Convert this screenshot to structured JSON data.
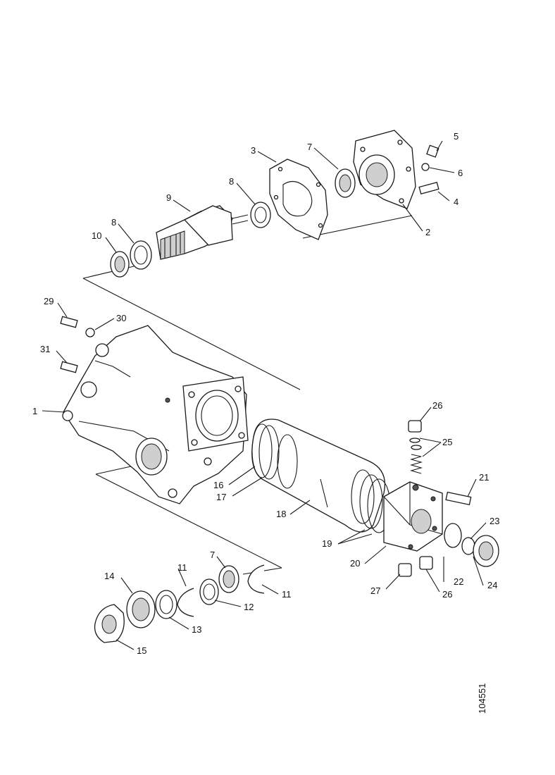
{
  "diagram": {
    "drawing_number": "104551",
    "callouts": [
      {
        "key": "c5",
        "text": "5"
      },
      {
        "key": "c3",
        "text": "3"
      },
      {
        "key": "c7a",
        "text": "7"
      },
      {
        "key": "c6",
        "text": "6"
      },
      {
        "key": "c9",
        "text": "9"
      },
      {
        "key": "c8a",
        "text": "8"
      },
      {
        "key": "c4",
        "text": "4"
      },
      {
        "key": "c10",
        "text": "10"
      },
      {
        "key": "c8b",
        "text": "8"
      },
      {
        "key": "c2",
        "text": "2"
      },
      {
        "key": "c29",
        "text": "29"
      },
      {
        "key": "c30",
        "text": "30"
      },
      {
        "key": "c31",
        "text": "31"
      },
      {
        "key": "c1",
        "text": "1"
      },
      {
        "key": "c26a",
        "text": "26"
      },
      {
        "key": "c25",
        "text": "25"
      },
      {
        "key": "c16",
        "text": "16"
      },
      {
        "key": "c21",
        "text": "21"
      },
      {
        "key": "c17",
        "text": "17"
      },
      {
        "key": "c18",
        "text": "18"
      },
      {
        "key": "c23",
        "text": "23"
      },
      {
        "key": "c19",
        "text": "19"
      },
      {
        "key": "c20",
        "text": "20"
      },
      {
        "key": "c7b",
        "text": "7"
      },
      {
        "key": "c11a",
        "text": "11"
      },
      {
        "key": "c22",
        "text": "22"
      },
      {
        "key": "c24",
        "text": "24"
      },
      {
        "key": "c14",
        "text": "14"
      },
      {
        "key": "c11b",
        "text": "11"
      },
      {
        "key": "c27",
        "text": "27"
      },
      {
        "key": "c26b",
        "text": "26"
      },
      {
        "key": "c12",
        "text": "12"
      },
      {
        "key": "c13",
        "text": "13"
      },
      {
        "key": "c15",
        "text": "15"
      }
    ]
  }
}
